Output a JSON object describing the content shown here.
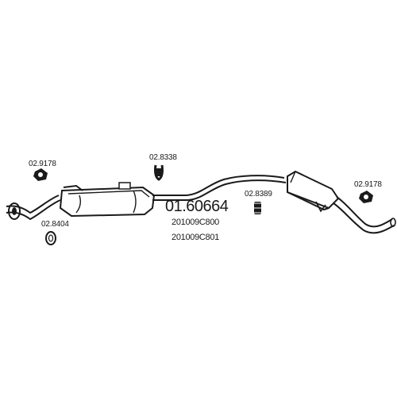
{
  "part_number": "01.60664",
  "oe_numbers": [
    "201009C800",
    "201009C801"
  ],
  "component_labels": {
    "hanger_left": "02.9178",
    "clamp_left": "02.8404",
    "hanger_middle": "02.8338",
    "hanger_right_mid": "02.8389",
    "hanger_right": "02.9178"
  },
  "line_color": "#1a1a1a"
}
